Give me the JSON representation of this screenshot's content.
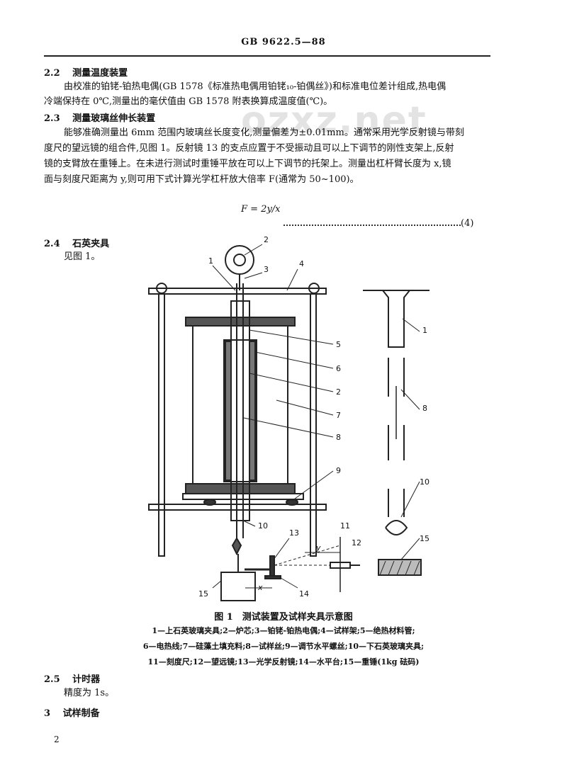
{
  "header": "GB 9622.5—88",
  "watermark": "ozxz.net",
  "s22": {
    "num": "2.2",
    "title": "测量温度装置",
    "line1": "由校准的铂铑-铂热电偶(GB 1578《标准热电偶用铂铑₁₀-铂偶丝》)和标准电位差计组成,热电偶",
    "line2": "冷端保持在 0℃,测量出的毫伏值由 GB 1578 附表换算成温度值(℃)。"
  },
  "s23": {
    "num": "2.3",
    "title": "测量玻璃丝伸长装置",
    "line1": "能够准确测量出 6mm 范围内玻璃丝长度变化,测量偏差为±0.01mm。通常采用光学反射镜与带刻",
    "line2": "度尺的望远镜的组合件,见图 1。反射镜 13 的支点应置于不受振动且可以上下调节的刚性支架上,反射",
    "line3": "镜的支臂放在重锤上。在未进行测试时重锤平放在可以上下调节的托架上。测量出杠杆臂长度为 x,镜",
    "line4": "面与刻度尺距离为 y,则可用下式计算光学杠杆放大倍率 F(通常为 50~100)。"
  },
  "formula": "F = 2y/x",
  "eq_no": "(4)",
  "s24": {
    "num": "2.4",
    "title": "石英夹具",
    "text": "见图 1。"
  },
  "figure": {
    "labels": [
      "1",
      "2",
      "3",
      "4",
      "5",
      "6",
      "2",
      "7",
      "8",
      "9",
      "10",
      "11",
      "12",
      "13",
      "14",
      "15",
      "1",
      "8",
      "10",
      "15"
    ],
    "axis_x": "x",
    "axis_y": "y",
    "caption": "图 1　测试装置及试样夹具示意图",
    "legend1": "1—上石英玻璃夹具;2—炉芯;3—铂铑-铂热电偶;4—试样架;5—绝热材料管;",
    "legend2": "6—电热线;7—硅藻土填充料;8—试样丝;9—调节水平螺丝;10—下石英玻璃夹具;",
    "legend3": "11—刻度尺;12—望远镜;13—光学反射镜;14—水平台;15—重锤(1kg 砝码)"
  },
  "s25": {
    "num": "2.5",
    "title": "计时器",
    "text": "精度为 1s。"
  },
  "s3": {
    "num": "3",
    "title": "试样制备"
  },
  "page_number": "2"
}
